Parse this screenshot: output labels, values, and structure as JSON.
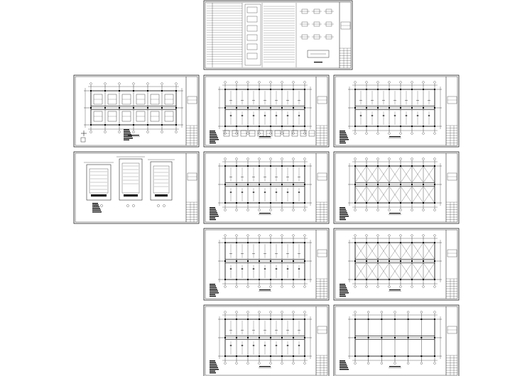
{
  "drawing_set": {
    "sheets": [
      {
        "id": "cover",
        "kind": "cover"
      },
      {
        "id": "foundation-plan",
        "kind": "foundation"
      },
      {
        "id": "column-plan-1",
        "kind": "column-grid"
      },
      {
        "id": "beam-plan-1",
        "kind": "beam-grid"
      },
      {
        "id": "stair-details",
        "kind": "details"
      },
      {
        "id": "floor-plan-2",
        "kind": "grid"
      },
      {
        "id": "roof-plan-2",
        "kind": "grid-braced"
      },
      {
        "id": "floor-plan-3",
        "kind": "grid"
      },
      {
        "id": "roof-plan-3",
        "kind": "grid-braced"
      },
      {
        "id": "floor-plan-4",
        "kind": "grid"
      },
      {
        "id": "roof-plan-4",
        "kind": "grid-simple"
      }
    ]
  },
  "colors": {
    "line": "#000000",
    "paper": "#ffffff"
  }
}
